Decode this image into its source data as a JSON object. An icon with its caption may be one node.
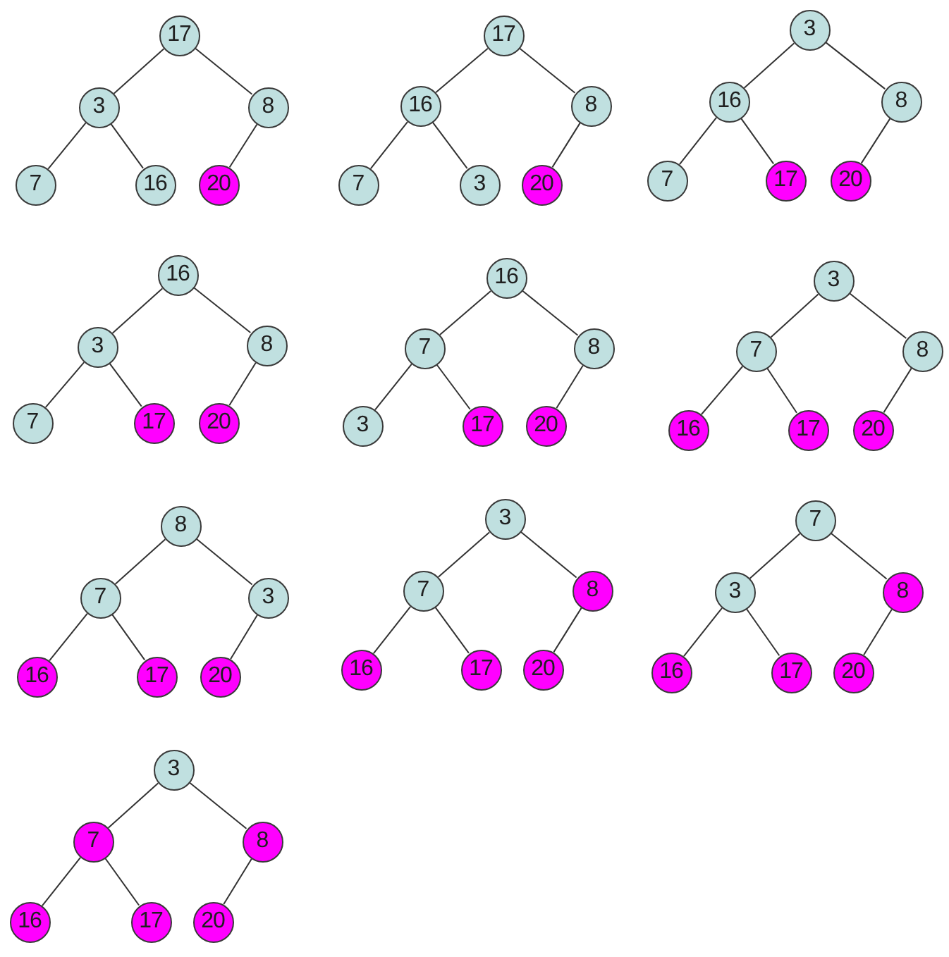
{
  "diagram": {
    "nodes": [
      {
        "text": [
          "17"
        ]
      },
      {
        "text": [
          "3"
        ]
      },
      {
        "text": [
          "8"
        ]
      },
      {
        "text": [
          "7"
        ]
      },
      {
        "text": [
          "16"
        ]
      },
      {
        "text": [
          "20"
        ]
      },
      {
        "text": [
          "17"
        ]
      },
      {
        "text": [
          "16"
        ]
      },
      {
        "text": [
          "8"
        ]
      },
      {
        "text": [
          "7"
        ]
      },
      {
        "text": [
          "3"
        ]
      },
      {
        "text": [
          "20"
        ]
      },
      {
        "text": [
          "3"
        ]
      },
      {
        "text": [
          "16"
        ]
      },
      {
        "text": [
          "8"
        ]
      },
      {
        "text": [
          "7"
        ]
      },
      {
        "text": [
          "17"
        ]
      },
      {
        "text": [
          "20"
        ]
      },
      {
        "text": [
          "16"
        ]
      },
      {
        "text": [
          "3"
        ]
      },
      {
        "text": [
          "8"
        ]
      },
      {
        "text": [
          "7"
        ]
      },
      {
        "text": [
          "17"
        ]
      },
      {
        "text": [
          "20"
        ]
      },
      {
        "text": [
          "16"
        ]
      },
      {
        "text": [
          "7"
        ]
      },
      {
        "text": [
          "8"
        ]
      },
      {
        "text": [
          "3"
        ]
      },
      {
        "text": [
          "17"
        ]
      },
      {
        "text": [
          "20"
        ]
      },
      {
        "text": [
          "3"
        ]
      },
      {
        "text": [
          "7"
        ]
      },
      {
        "text": [
          "8"
        ]
      },
      {
        "text": [
          "16"
        ]
      },
      {
        "text": [
          "17"
        ]
      },
      {
        "text": [
          "20"
        ]
      },
      {
        "text": [
          "8"
        ]
      },
      {
        "text": [
          "7"
        ]
      },
      {
        "text": [
          "3"
        ]
      },
      {
        "text": [
          "16"
        ]
      },
      {
        "text": [
          "17"
        ]
      },
      {
        "text": [
          "20"
        ]
      },
      {
        "text": [
          "3"
        ]
      },
      {
        "text": [
          "7"
        ]
      },
      {
        "text": [
          "8"
        ]
      },
      {
        "text": [
          "16"
        ]
      },
      {
        "text": [
          "17"
        ]
      },
      {
        "text": [
          "20"
        ]
      },
      {
        "text": [
          "7"
        ]
      },
      {
        "text": [
          "3"
        ]
      },
      {
        "text": [
          "8"
        ]
      },
      {
        "text": [
          "16"
        ]
      },
      {
        "text": [
          "17"
        ]
      },
      {
        "text": [
          "20"
        ]
      },
      {
        "text": [
          "3"
        ]
      },
      {
        "text": [
          "7"
        ]
      },
      {
        "text": [
          "8"
        ]
      },
      {
        "text": [
          "16"
        ]
      },
      {
        "text": [
          "17"
        ]
      },
      {
        "text": [
          "20"
        ]
      }
    ],
    "edges": [
      {
        "from": 0,
        "to": 1,
        "arrow": "none"
      },
      {
        "from": 0,
        "to": 2,
        "arrow": "none"
      },
      {
        "from": 1,
        "to": 3,
        "arrow": "none"
      },
      {
        "from": 1,
        "to": 4,
        "arrow": "none"
      },
      {
        "from": 2,
        "to": 5,
        "arrow": "none"
      },
      {
        "from": 6,
        "to": 7,
        "arrow": "none"
      },
      {
        "from": 6,
        "to": 8,
        "arrow": "none"
      },
      {
        "from": 7,
        "to": 9,
        "arrow": "none"
      },
      {
        "from": 7,
        "to": 10,
        "arrow": "none"
      },
      {
        "from": 8,
        "to": 11,
        "arrow": "none"
      },
      {
        "from": 12,
        "to": 13,
        "arrow": "none"
      },
      {
        "from": 12,
        "to": 14,
        "arrow": "none"
      },
      {
        "from": 13,
        "to": 15,
        "arrow": "none"
      },
      {
        "from": 13,
        "to": 16,
        "arrow": "none"
      },
      {
        "from": 14,
        "to": 17,
        "arrow": "none"
      },
      {
        "from": 18,
        "to": 19,
        "arrow": "none"
      },
      {
        "from": 18,
        "to": 20,
        "arrow": "none"
      },
      {
        "from": 19,
        "to": 21,
        "arrow": "none"
      },
      {
        "from": 19,
        "to": 22,
        "arrow": "none"
      },
      {
        "from": 20,
        "to": 23,
        "arrow": "none"
      },
      {
        "from": 24,
        "to": 25,
        "arrow": "none"
      },
      {
        "from": 24,
        "to": 26,
        "arrow": "none"
      },
      {
        "from": 25,
        "to": 27,
        "arrow": "none"
      },
      {
        "from": 25,
        "to": 28,
        "arrow": "none"
      },
      {
        "from": 26,
        "to": 29,
        "arrow": "none"
      },
      {
        "from": 30,
        "to": 31,
        "arrow": "none"
      },
      {
        "from": 30,
        "to": 32,
        "arrow": "none"
      },
      {
        "from": 31,
        "to": 33,
        "arrow": "none"
      },
      {
        "from": 31,
        "to": 34,
        "arrow": "none"
      },
      {
        "from": 32,
        "to": 35,
        "arrow": "none"
      },
      {
        "from": 36,
        "to": 37,
        "arrow": "none"
      },
      {
        "from": 36,
        "to": 38,
        "arrow": "none"
      },
      {
        "from": 37,
        "to": 39,
        "arrow": "none"
      },
      {
        "from": 37,
        "to": 40,
        "arrow": "none"
      },
      {
        "from": 38,
        "to": 41,
        "arrow": "none"
      },
      {
        "from": 42,
        "to": 43,
        "arrow": "none"
      },
      {
        "from": 42,
        "to": 44,
        "arrow": "none"
      },
      {
        "from": 43,
        "to": 45,
        "arrow": "none"
      },
      {
        "from": 43,
        "to": 46,
        "arrow": "none"
      },
      {
        "from": 44,
        "to": 47,
        "arrow": "none"
      },
      {
        "from": 48,
        "to": 49,
        "arrow": "none"
      },
      {
        "from": 48,
        "to": 50,
        "arrow": "none"
      },
      {
        "from": 49,
        "to": 51,
        "arrow": "none"
      },
      {
        "from": 49,
        "to": 52,
        "arrow": "none"
      },
      {
        "from": 50,
        "to": 53,
        "arrow": "none"
      },
      {
        "from": 54,
        "to": 55,
        "arrow": "none"
      },
      {
        "from": 54,
        "to": 56,
        "arrow": "none"
      },
      {
        "from": 55,
        "to": 57,
        "arrow": "none"
      },
      {
        "from": 55,
        "to": 58,
        "arrow": "none"
      },
      {
        "from": 56,
        "to": 59,
        "arrow": "none"
      }
    ]
  }
}
